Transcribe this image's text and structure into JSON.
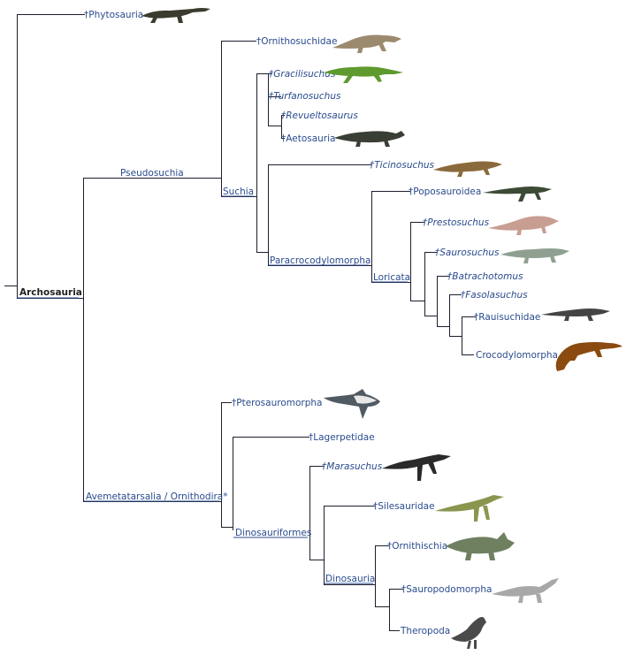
{
  "root": {
    "label": "Archosauria"
  },
  "clades": {
    "pseudosuchia": "Pseudosuchia",
    "suchia": "Suchia",
    "paracrocodylomorpha": "Paracrocodylomorpha",
    "loricata": "Loricata",
    "avemetatarsalia": "Avemetatarsalia / Ornithodira*",
    "dinosauriformes": "Dinosauriformes",
    "dinosauria": "Dinosauria"
  },
  "taxa": [
    {
      "id": "phytosauria",
      "label": "Phytosauria",
      "extinct": true,
      "italic": false,
      "silhouette": "phytosaur-silhouette",
      "color": "#3b3b2e"
    },
    {
      "id": "ornithosuchidae",
      "label": "Ornithosuchidae",
      "extinct": true,
      "italic": false,
      "silhouette": "ornithosuchid-silhouette",
      "color": "#9c8a6e"
    },
    {
      "id": "gracilisuchus",
      "label": "Gracilisuchus",
      "extinct": true,
      "italic": true,
      "silhouette": "gracilisuchus-silhouette",
      "color": "#5e9a2e"
    },
    {
      "id": "turfanosuchus",
      "label": "Turfanosuchus",
      "extinct": true,
      "italic": true
    },
    {
      "id": "revueltosaurus",
      "label": "Revueltosaurus",
      "extinct": true,
      "italic": true
    },
    {
      "id": "aetosauria",
      "label": "Aetosauria",
      "extinct": true,
      "italic": false,
      "silhouette": "aetosaur-silhouette",
      "color": "#3a3f36"
    },
    {
      "id": "ticinosuchus",
      "label": "Ticinosuchus",
      "extinct": true,
      "italic": true,
      "silhouette": "ticinosuchus-silhouette",
      "color": "#8a6a3c"
    },
    {
      "id": "poposauroidea",
      "label": "Poposauroidea",
      "extinct": true,
      "italic": false,
      "silhouette": "poposaur-silhouette",
      "color": "#3d4a36"
    },
    {
      "id": "prestosuchus",
      "label": "Prestosuchus",
      "extinct": true,
      "italic": true,
      "silhouette": "prestosuchus-silhouette",
      "color": "#c89e92"
    },
    {
      "id": "saurosuchus",
      "label": "Saurosuchus",
      "extinct": true,
      "italic": true,
      "silhouette": "saurosuchus-silhouette",
      "color": "#8fa090"
    },
    {
      "id": "batrachotomus",
      "label": "Batrachotomus",
      "extinct": true,
      "italic": true
    },
    {
      "id": "fasolasuchus",
      "label": "Fasolasuchus",
      "extinct": true,
      "italic": true
    },
    {
      "id": "rauisuchidae",
      "label": "Rauisuchidae",
      "extinct": true,
      "italic": false,
      "silhouette": "rauisuchid-silhouette",
      "color": "#444444"
    },
    {
      "id": "crocodylomorpha",
      "label": "Crocodylomorpha",
      "extinct": false,
      "italic": false,
      "silhouette": "crocodile-silhouette",
      "color": "#8a4a10"
    },
    {
      "id": "pterosauromorpha",
      "label": "Pterosauromorpha",
      "extinct": true,
      "italic": false,
      "silhouette": "pterosaur-silhouette",
      "color": "#505a62"
    },
    {
      "id": "lagerpetidae",
      "label": "Lagerpetidae",
      "extinct": true,
      "italic": false
    },
    {
      "id": "marasuchus",
      "label": "Marasuchus",
      "extinct": true,
      "italic": true,
      "silhouette": "marasuchus-silhouette",
      "color": "#2a2a2a"
    },
    {
      "id": "silesauridae",
      "label": "Silesauridae",
      "extinct": true,
      "italic": false,
      "silhouette": "silesaurid-silhouette",
      "color": "#8a9650"
    },
    {
      "id": "ornithischia",
      "label": "Ornithischia",
      "extinct": true,
      "italic": false,
      "silhouette": "ceratopsian-silhouette",
      "color": "#6f8060"
    },
    {
      "id": "sauropodomorpha",
      "label": "Sauropodomorpha",
      "extinct": true,
      "italic": false,
      "silhouette": "sauropod-silhouette",
      "color": "#a8a8a8"
    },
    {
      "id": "theropoda",
      "label": "Theropoda",
      "extinct": false,
      "italic": false,
      "silhouette": "pigeon-silhouette",
      "color": "#4a4a4a"
    }
  ],
  "dagger": "†"
}
